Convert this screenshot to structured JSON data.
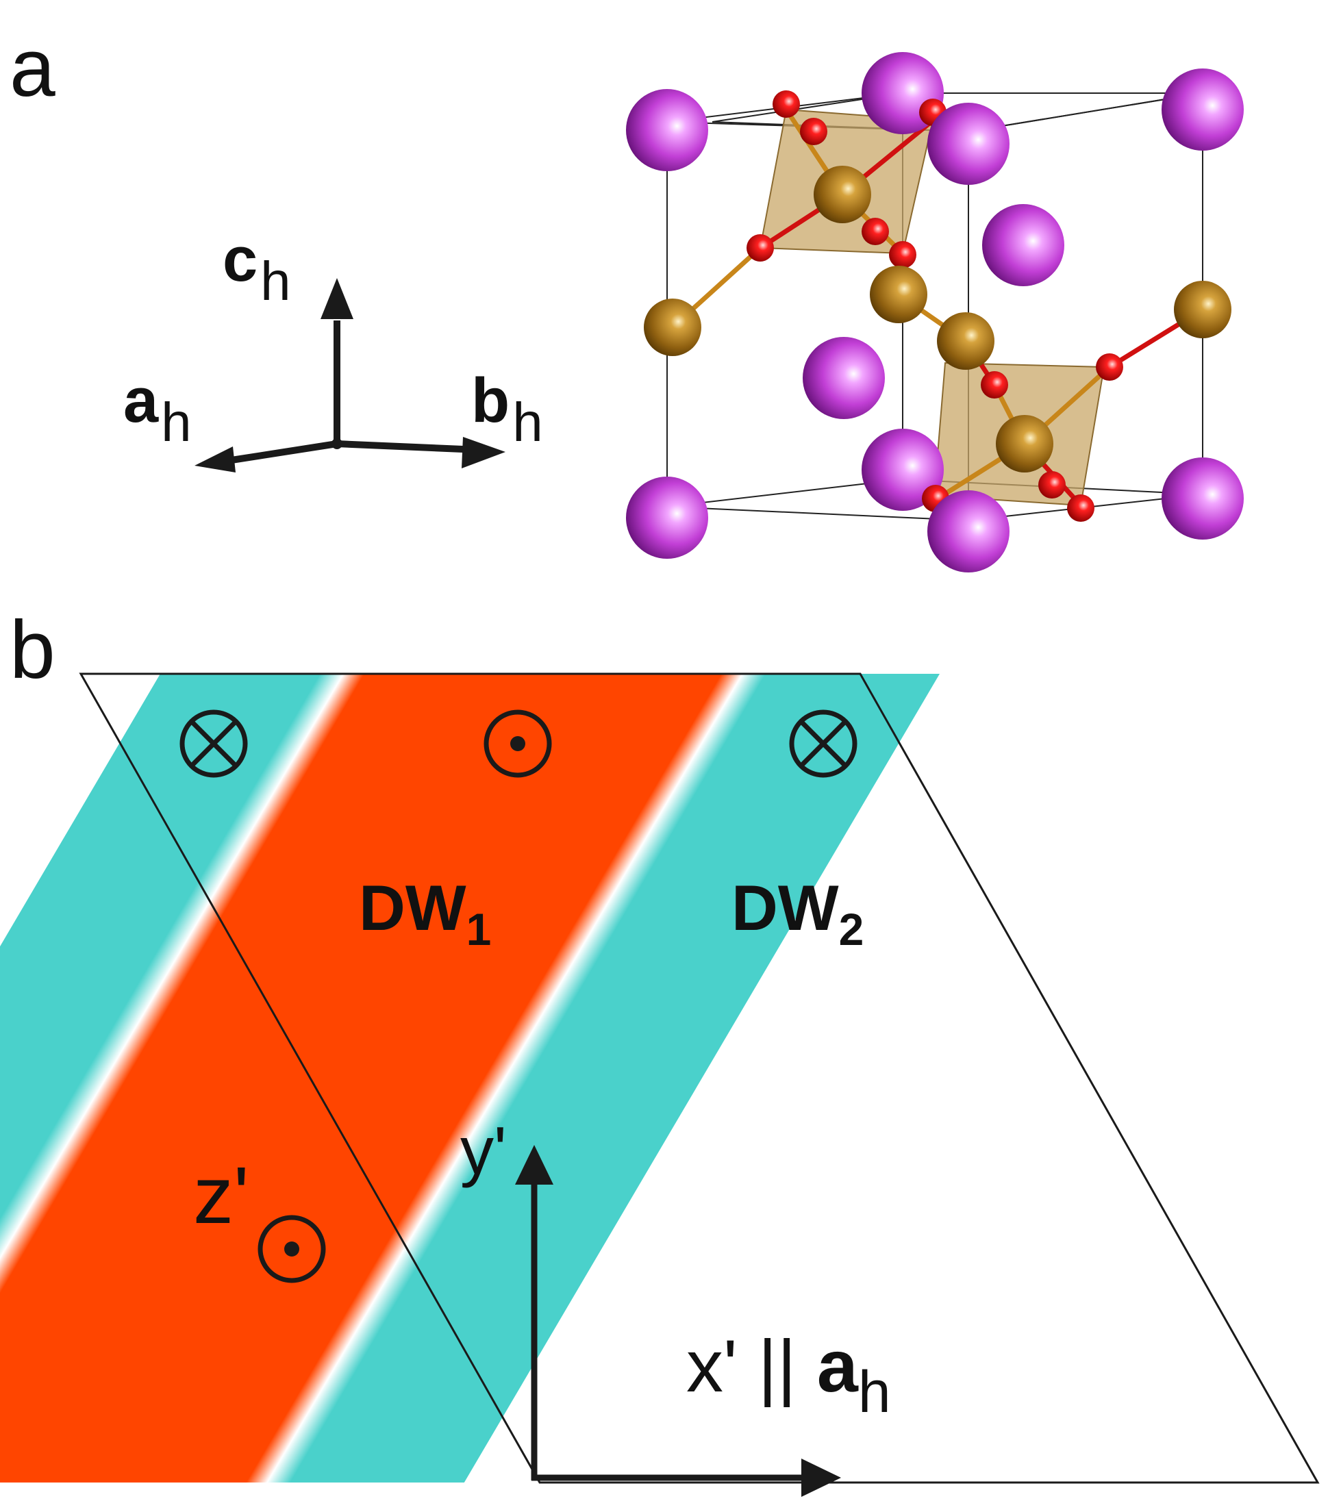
{
  "panels": {
    "a": {
      "label": "a"
    },
    "b": {
      "label": "b"
    }
  },
  "axes_a": {
    "c": {
      "main": "c",
      "sub": "h"
    },
    "a": {
      "main": "a",
      "sub": "h"
    },
    "b": {
      "main": "b",
      "sub": "h"
    }
  },
  "domain_walls": {
    "dw1": {
      "main": "DW",
      "sub": "1"
    },
    "dw2": {
      "main": "DW",
      "sub": "2"
    }
  },
  "axes_b": {
    "y": "y'",
    "z": "z'",
    "x_prefix": "x' || ",
    "x_main": "a",
    "x_sub": "h"
  },
  "polarization_symbols": [
    "into-page-icon",
    "out-of-page-icon",
    "into-page-icon"
  ],
  "colors": {
    "domain_cyan": "#4ad1cb",
    "domain_red": "#ff4500",
    "wall_white": "#ffffff",
    "atom_purple": "#c23fd6",
    "atom_bronze": "#a8781c",
    "atom_red": "#e01010",
    "octahedron": "#c9a86a"
  }
}
